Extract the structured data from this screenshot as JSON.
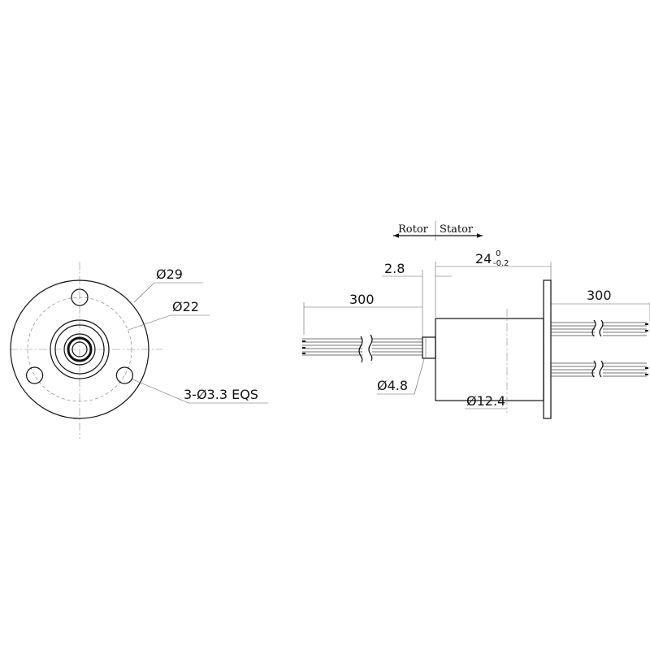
{
  "front_view": {
    "dim_outer_diameter": "Ø29",
    "dim_bolt_circle": "Ø22",
    "dim_holes": "3-Ø3.3 EQS"
  },
  "side_view": {
    "rotor_label": "Rotor",
    "stator_label": "Stator",
    "dim_body_length": "24",
    "dim_tol_upper": "0",
    "dim_tol_lower": "-0.2",
    "dim_shaft_length": "2.8",
    "dim_rotor_lead": "300",
    "dim_stator_lead": "300",
    "dim_shaft_diameter": "Ø4.8",
    "dim_body_diameter": "Ø12.4"
  }
}
